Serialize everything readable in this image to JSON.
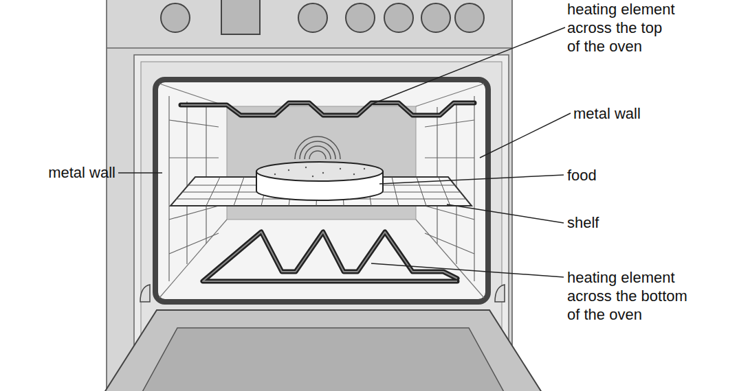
{
  "diagram": {
    "labels": [
      "heating element across the top of the oven",
      "metal wall",
      "metal wall",
      "food",
      "shelf",
      "heating element across the bottom of the oven"
    ]
  }
}
